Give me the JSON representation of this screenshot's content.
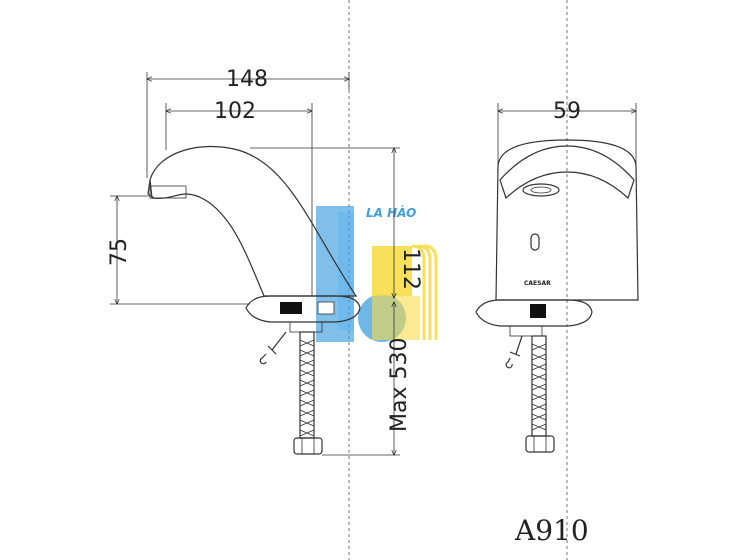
{
  "dimensions": {
    "overall_reach": "148",
    "spout_reach": "102",
    "spout_height": "75",
    "body_height": "112",
    "max_hose": "Max 530",
    "body_width": "59"
  },
  "model": "A910",
  "front_brand": "CAESAR",
  "watermark": {
    "text": "LA HÀO",
    "colors": {
      "blue": "#3a9be0",
      "yellow": "#f6d629"
    }
  }
}
